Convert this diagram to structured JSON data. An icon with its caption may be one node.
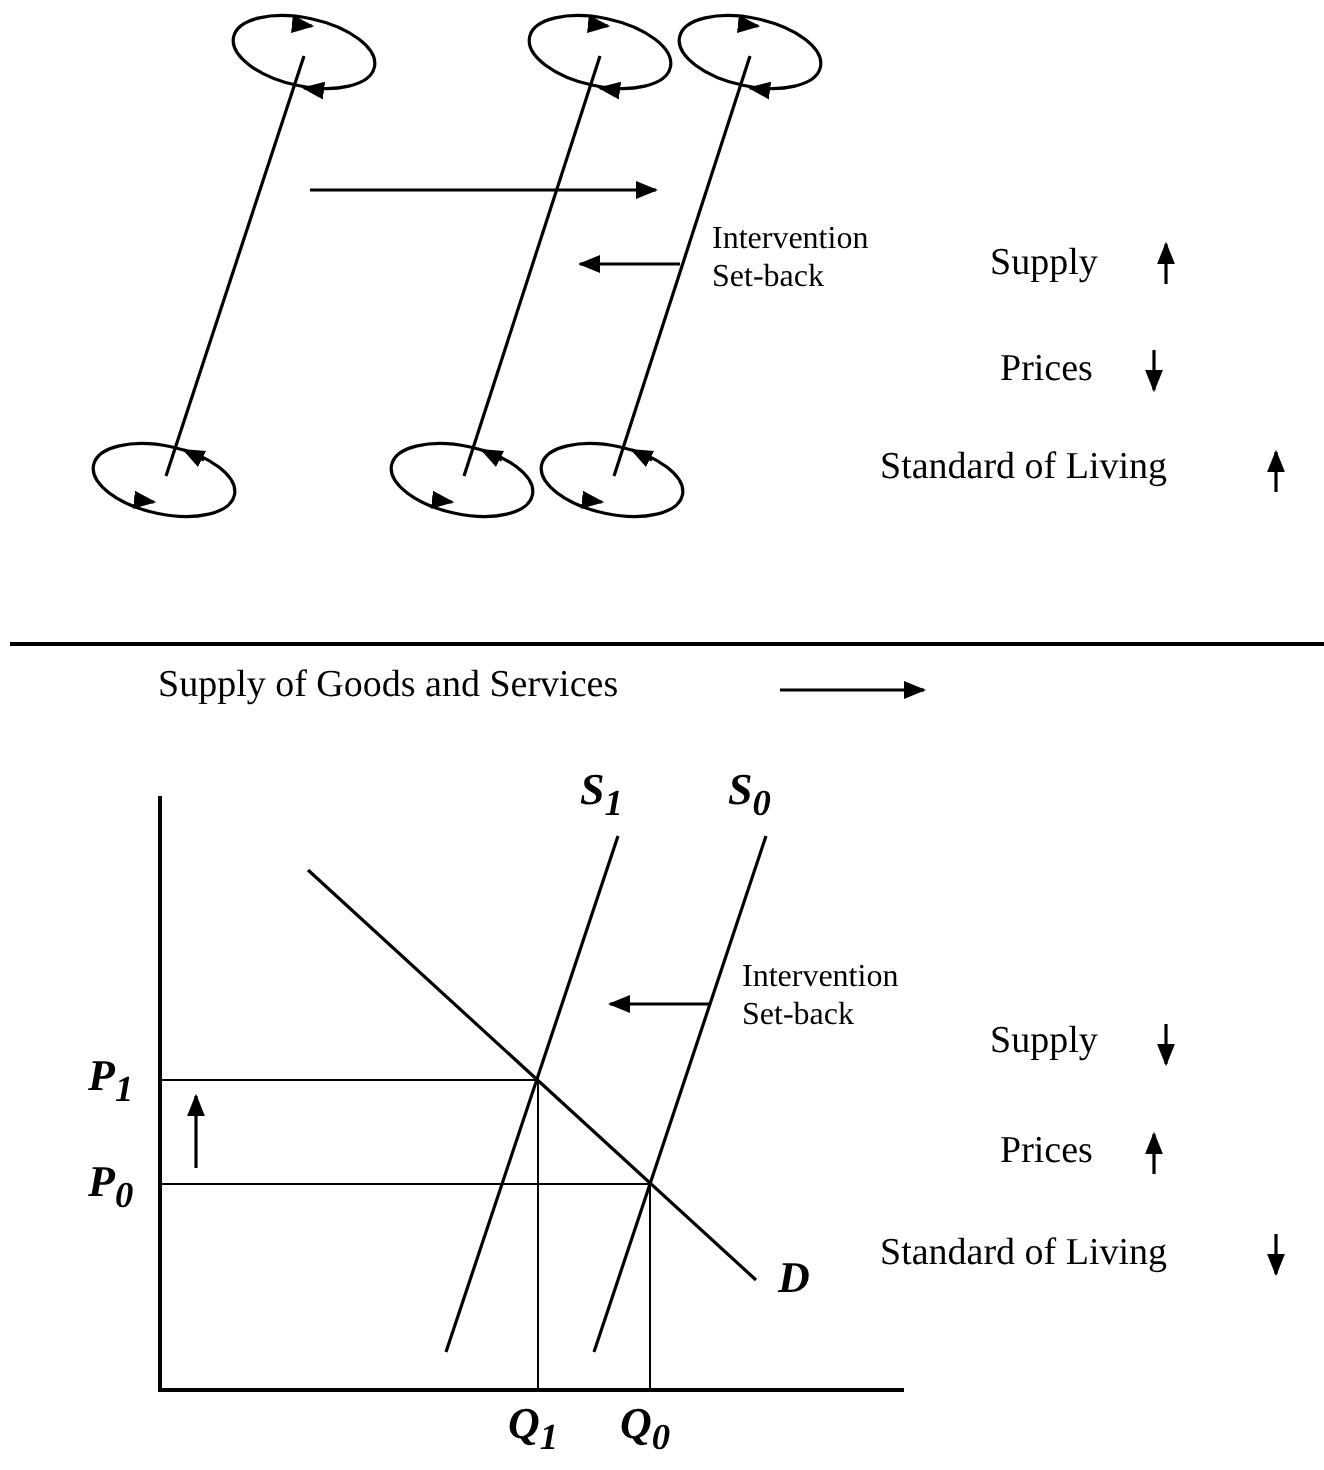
{
  "diagram": {
    "labels": [
      "Intervention Set-back",
      "Supply",
      "Prices",
      "Standard of Living",
      "Supply of Goods and Services",
      "S$_{1}$",
      "S$_{0}$",
      "Intervention Set-back",
      "Supply",
      "P$_{1}$",
      "Prices",
      "P$_{0}$",
      "D",
      "Standard of Living",
      "Q$_{1}$",
      "Q$_{0}$"
    ]
  }
}
